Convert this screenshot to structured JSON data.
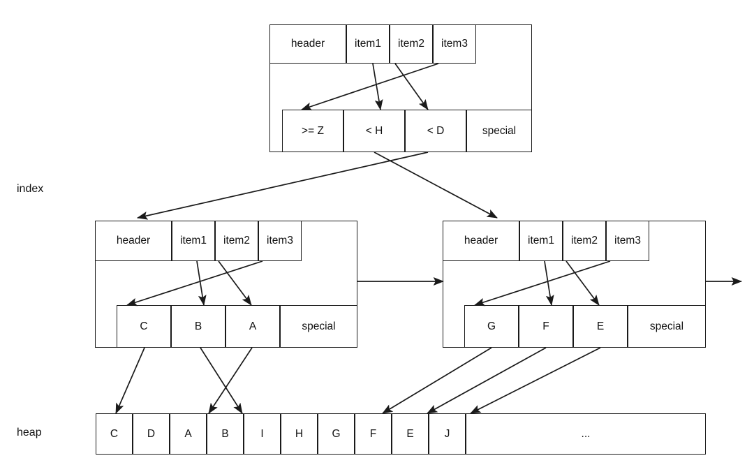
{
  "diagram": {
    "title": "index and heap structure",
    "labels": {
      "index": "index",
      "heap": "heap"
    },
    "colors": {
      "stroke": "#1a1a1a",
      "text": "#111111",
      "background": "#ffffff"
    }
  },
  "root_node": {
    "name": "root-index-node",
    "header_row": {
      "cells": [
        {
          "label": "header"
        },
        {
          "label": "item1"
        },
        {
          "label": "item2"
        },
        {
          "label": "item3"
        }
      ]
    },
    "value_row": {
      "cells": [
        {
          "label": ">= Z"
        },
        {
          "label": "< H"
        },
        {
          "label": "< D"
        },
        {
          "label": "special"
        }
      ]
    }
  },
  "left_node": {
    "name": "left-index-node",
    "header_row": {
      "cells": [
        {
          "label": "header"
        },
        {
          "label": "item1"
        },
        {
          "label": "item2"
        },
        {
          "label": "item3"
        }
      ]
    },
    "value_row": {
      "cells": [
        {
          "label": "C"
        },
        {
          "label": "B"
        },
        {
          "label": "A"
        },
        {
          "label": "special"
        }
      ]
    }
  },
  "right_node": {
    "name": "right-index-node",
    "header_row": {
      "cells": [
        {
          "label": "header"
        },
        {
          "label": "item1"
        },
        {
          "label": "item2"
        },
        {
          "label": "item3"
        }
      ]
    },
    "value_row": {
      "cells": [
        {
          "label": "G"
        },
        {
          "label": "F"
        },
        {
          "label": "E"
        },
        {
          "label": "special"
        }
      ]
    }
  },
  "heap": {
    "name": "heap-row",
    "cells": [
      {
        "label": "C"
      },
      {
        "label": "D"
      },
      {
        "label": "A"
      },
      {
        "label": "B"
      },
      {
        "label": "I"
      },
      {
        "label": "H"
      },
      {
        "label": "G"
      },
      {
        "label": "F"
      },
      {
        "label": "E"
      },
      {
        "label": "J"
      },
      {
        "label": "..."
      }
    ]
  },
  "arrows": {
    "root_internal": [
      {
        "name": "root-item1-to-less-H",
        "from": "item1",
        "to": "< H"
      },
      {
        "name": "root-item2-to-less-D",
        "from": "item2",
        "to": "< D"
      },
      {
        "name": "root-item3-to-ge-Z",
        "from": "item3",
        "to": ">= Z"
      }
    ],
    "root_to_children": [
      {
        "name": "root-to-left-node",
        "from": "< H",
        "to": "left-index-node"
      },
      {
        "name": "root-to-right-node",
        "from": "< D",
        "to": "right-index-node"
      }
    ],
    "left_internal": [
      {
        "name": "left-item1-to-B",
        "from": "item1",
        "to": "B"
      },
      {
        "name": "left-item2-to-A",
        "from": "item2",
        "to": "A"
      },
      {
        "name": "left-item3-to-C",
        "from": "item3",
        "to": "C"
      }
    ],
    "right_internal": [
      {
        "name": "right-item1-to-F",
        "from": "item1",
        "to": "F"
      },
      {
        "name": "right-item2-to-E",
        "from": "item2",
        "to": "E"
      },
      {
        "name": "right-item3-to-G",
        "from": "item3",
        "to": "G"
      }
    ],
    "left_to_heap": [
      {
        "name": "left-C-to-heap-C",
        "from": "C",
        "to": "heap[0]"
      },
      {
        "name": "left-B-to-heap-A",
        "from": "B",
        "to": "heap[2]"
      },
      {
        "name": "left-A-to-heap-B",
        "from": "A",
        "to": "heap[3]"
      }
    ],
    "right_to_heap": [
      {
        "name": "right-G-to-heap-G",
        "from": "G",
        "to": "heap[6]"
      },
      {
        "name": "right-F-to-heap-F",
        "from": "F",
        "to": "heap[7]"
      },
      {
        "name": "right-E-to-heap-E",
        "from": "E",
        "to": "heap[8]"
      }
    ],
    "sibling_links": [
      {
        "name": "left-node-to-right-node-link"
      },
      {
        "name": "right-node-to-next-link"
      }
    ]
  }
}
